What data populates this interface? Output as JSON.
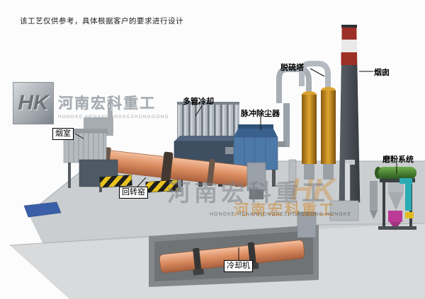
{
  "note": "该工艺仅供参考，具体根据客户的要求进行设计",
  "logo": {
    "monogram": "HK",
    "company": "河南宏科重工",
    "latin": "HONGKE HENANHONGKEZHONGGONG"
  },
  "watermark": {
    "monogram": "HK",
    "company": "河南宏科重工",
    "latin": "HONGKE HENANHONGKEZHONGGONG HONGKE"
  },
  "labels": {
    "smoke_chamber": "烟室",
    "multi_tube_cooling": "多管冷却",
    "pulse_dust_collector": "脉冲除尘器",
    "desulfurization_tower": "脱硫塔",
    "chimney": "烟囱",
    "grinding_system": "磨粉系统",
    "rotary_kiln": "回转窑",
    "cooling_machine": "冷却机"
  },
  "colors": {
    "kiln_salmon": "#d98a63",
    "dust_collector_blue": "#4d79a8",
    "tower_orange": "#c98a1e",
    "chimney_band_red": "#9c2f26",
    "hazard_yellow": "#e9c21c",
    "mill_green": "#4a8a3a",
    "duct_teal": "#2aacb4",
    "separator_magenta": "#bc3a96",
    "platform_gray": "#cbced0",
    "watermark_orange": "#ce801e"
  }
}
